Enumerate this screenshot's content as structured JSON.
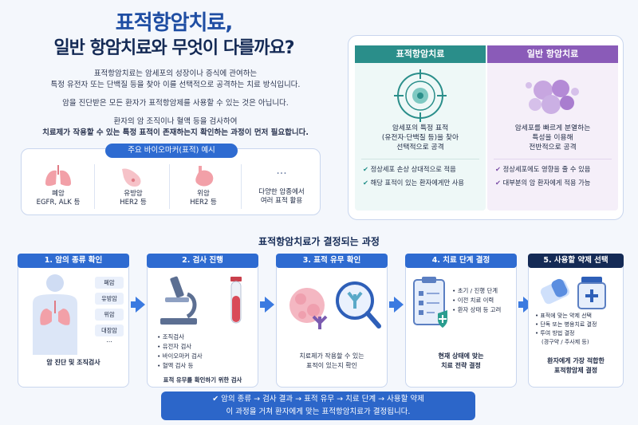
{
  "header": {
    "title_line1": "표적항암치료,",
    "title_line2": "일반 항암치료와 무엇이 다를까요?"
  },
  "intro": {
    "p1_line1": "표적항암치료는 암세포의 성장이나 증식에 관여하는",
    "p1_line2": "특정 유전자 또는 단백질 등을 찾아 이를 선택적으로 공격하는 치료 방식입니다.",
    "p2": "암을 진단받은 모든 환자가 표적항암제를 사용할 수 있는 것은 아닙니다.",
    "p3_line1": "환자의 암 조직이나 혈액 등을 검사하여",
    "p3_line2": "치료제가 작용할 수 있는 특정 표적이 존재하는지 확인하는 과정이 먼저 필요합니다."
  },
  "biomarkers": {
    "title": "주요 바이오마커(표적) 예시",
    "items": [
      {
        "name": "폐암",
        "detail": "EGFR, ALK 등",
        "icon": "lungs-icon"
      },
      {
        "name": "유방암",
        "detail": "HER2 등",
        "icon": "breast-icon"
      },
      {
        "name": "위암",
        "detail": "HER2 등",
        "icon": "stomach-icon"
      },
      {
        "name": "다양한 암종에서",
        "detail": "여러 표적 활용",
        "icon": "ellipsis-icon"
      }
    ],
    "ellipsis": "···"
  },
  "comparison": {
    "targeted": {
      "header": "표적항암치료",
      "desc": [
        "암세포의 특정 표적",
        "(유전자·단백질 등)을 찾아",
        "선택적으로 공격"
      ],
      "points": [
        "정상세포 손상 상대적으로 적음",
        "해당 표적이 있는 환자에게만 사용"
      ],
      "color": "#2a8e8a"
    },
    "general": {
      "header": "일반 항암치료",
      "desc": [
        "암세포를 빠르게 분열하는",
        "특성을 이용해",
        "전반적으로 공격"
      ],
      "points": [
        "정상세포에도 영향을 줄 수 있음",
        "대부분의 암 환자에게 적용 가능"
      ],
      "color": "#8a5bb8"
    },
    "check": "✔"
  },
  "process": {
    "title": "표적항암치료가 결정되는 과정",
    "steps": [
      {
        "label": "1. 암의 종류 확인",
        "caption": "암 진단 및 조직검사",
        "tags": [
          "폐암",
          "유방암",
          "위암",
          "대장암",
          "..."
        ]
      },
      {
        "label": "2. 검사 진행",
        "list": [
          "• 조직검사",
          "• 유전자 검사",
          "• 바이오마커 검사",
          "• 혈액 검사 등"
        ],
        "caption": "표적 유무를 확인하기 위한 검사"
      },
      {
        "label": "3. 표적 유무 확인",
        "caption_line1": "치료제가 작용할 수 있는",
        "caption_line2": "표적이 있는지 확인"
      },
      {
        "label": "4. 치료 단계 결정",
        "list": [
          "• 초기 / 진행 단계",
          "• 이전 치료 이력",
          "• 환자 상태 등 고려"
        ],
        "caption_line1": "현재 상태에 맞는",
        "caption_line2": "치료 전략 결정"
      },
      {
        "label": "5. 사용할 약제 선택",
        "list": [
          "• 표적에 맞는 약제 선택",
          "• 단독 또는 병용치료 결정",
          "• 투여 방법 결정",
          "(경구약 / 주사제 등)"
        ],
        "caption_line1": "환자에게 가장 적합한",
        "caption_line2": "표적항암제 결정"
      }
    ],
    "colors": [
      "#2e6bd1",
      "#2e6bd1",
      "#2e6bd1",
      "#2e6bd1",
      "#142a55"
    ]
  },
  "summary": {
    "line1": "✔ 암의 종류 → 검사 결과 → 표적 유무 → 치료 단계 → 사용할 약제",
    "line2": "이 과정을 거쳐 환자에게 맞는 표적항암치료가 결정됩니다."
  }
}
